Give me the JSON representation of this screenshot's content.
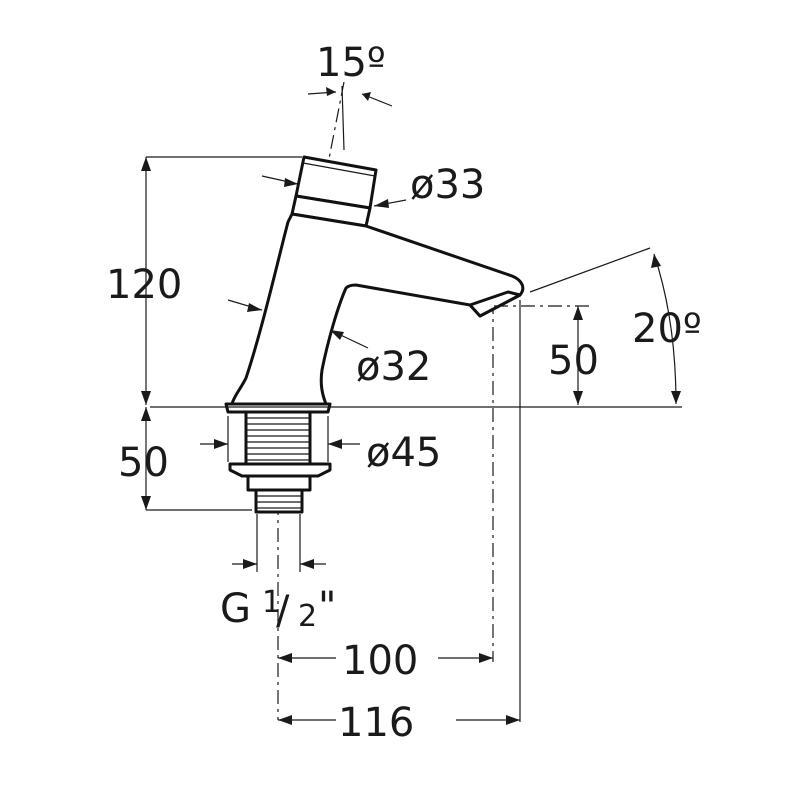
{
  "dimensions": {
    "angle_top": "15º",
    "button_dia": "ø33",
    "height_total": "120",
    "body_dia": "ø32",
    "spout_height": "50",
    "spout_angle": "20º",
    "shank_length": "50",
    "shank_dia": "ø45",
    "thread_main": "G",
    "thread_num": "1",
    "thread_slash": "/",
    "thread_den": "2",
    "thread_inch": "\"",
    "reach_inner": "100",
    "reach_outer": "116"
  }
}
